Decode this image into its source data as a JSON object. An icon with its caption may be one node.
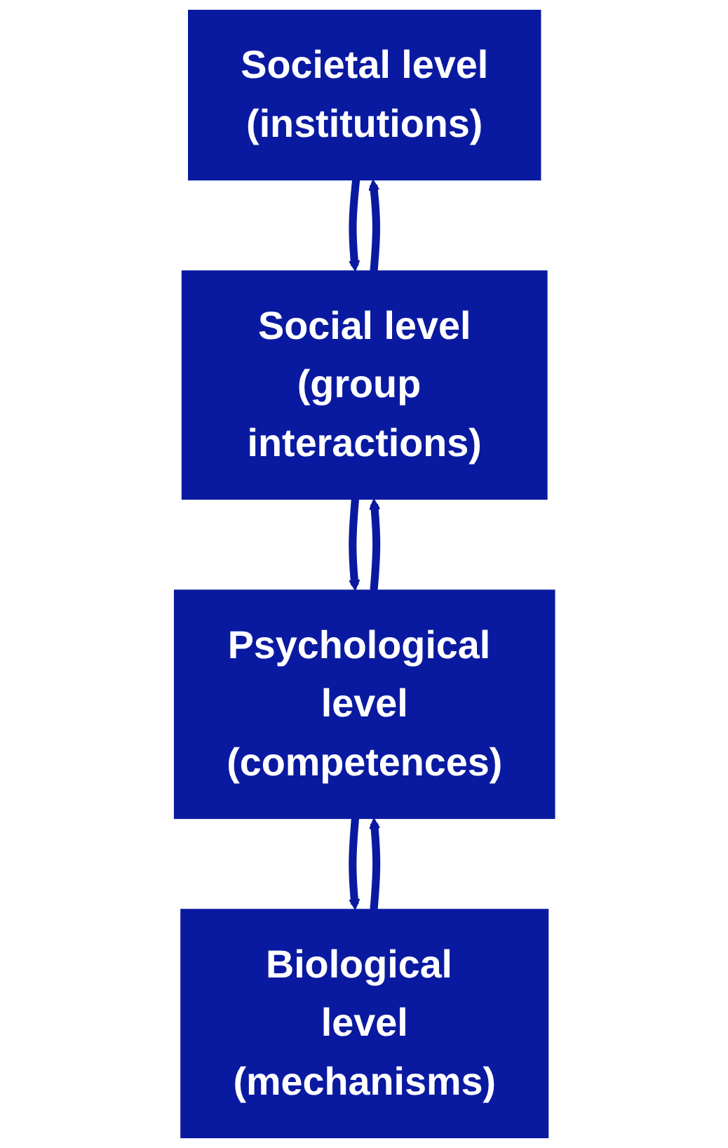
{
  "diagram": {
    "nodes": [
      {
        "text": [
          "Societal level",
          "(institutions)"
        ]
      },
      {
        "text": [
          "Social level",
          "(group interactions)"
        ]
      },
      {
        "text": [
          "Psychological level",
          "(competences)"
        ]
      },
      {
        "text": [
          "Biological level",
          "(mechanisms)"
        ]
      }
    ],
    "edges": [
      {
        "from": 0,
        "to": 1,
        "arrow": "to"
      },
      {
        "from": 1,
        "to": 0,
        "arrow": "to"
      },
      {
        "from": 1,
        "to": 2,
        "arrow": "to"
      },
      {
        "from": 2,
        "to": 1,
        "arrow": "to"
      },
      {
        "from": 2,
        "to": 3,
        "arrow": "to"
      },
      {
        "from": 3,
        "to": 2,
        "arrow": "to"
      }
    ]
  }
}
